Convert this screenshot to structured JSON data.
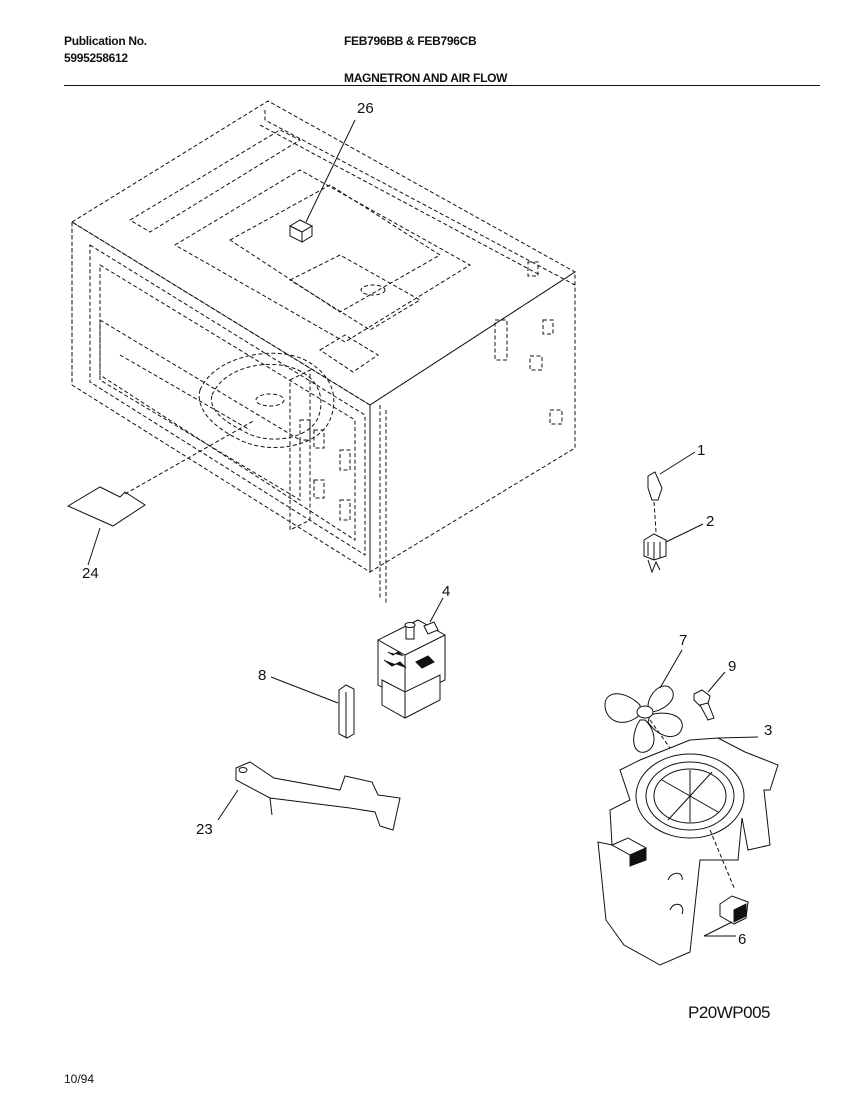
{
  "header": {
    "publication_label": "Publication No.",
    "publication_number": "5995258612",
    "models": "FEB796BB & FEB796CB",
    "section_title": "MAGNETRON AND AIR FLOW"
  },
  "callouts": {
    "p1": "1",
    "p2": "2",
    "p3": "3",
    "p4": "4",
    "p6": "6",
    "p7": "7",
    "p8": "8",
    "p9": "9",
    "p23": "23",
    "p24": "24",
    "p26": "26"
  },
  "footer": {
    "drawing_code": "P20WP005",
    "date": "10/94"
  }
}
